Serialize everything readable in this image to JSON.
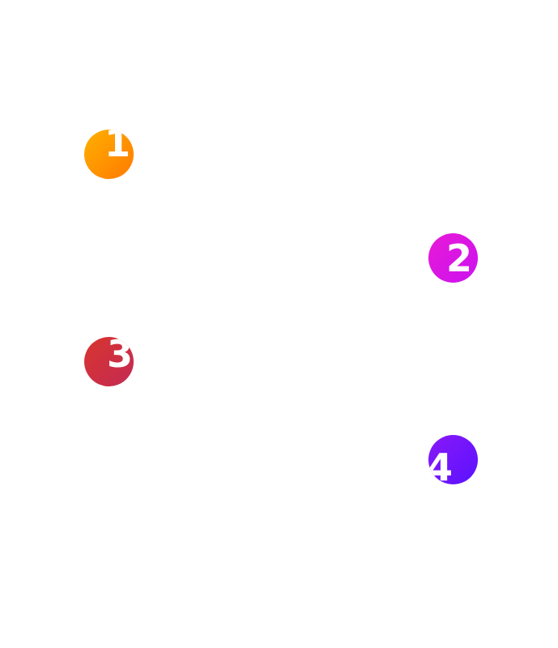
{
  "steps": [
    {
      "label": "1",
      "gradient_from": "#ffb000",
      "gradient_to": "#ff7a00"
    },
    {
      "label": "2",
      "gradient_from": "#e81ad6",
      "gradient_to": "#cc12f0"
    },
    {
      "label": "3",
      "gradient_from": "#d8352e",
      "gradient_to": "#c42a54"
    },
    {
      "label": "4",
      "gradient_from": "#8a18f8",
      "gradient_to": "#5a12ff"
    }
  ]
}
